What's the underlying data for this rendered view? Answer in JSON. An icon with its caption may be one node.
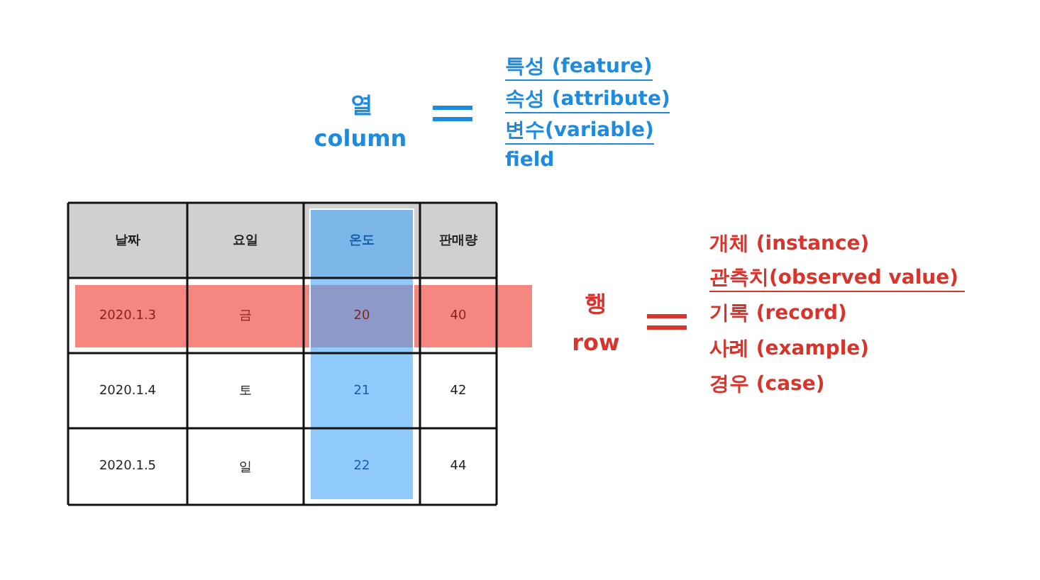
{
  "diagram": {
    "labels": [
      "열",
      "column",
      "특성 (feature)",
      "속성 (attribute)",
      "변수(variable)",
      "field",
      "날짜",
      "요일",
      "온도",
      "판매량",
      "2020.1.3",
      "금",
      "20",
      "40",
      "2020.1.4",
      "토",
      "21",
      "42",
      "2020.1.5",
      "일",
      "22",
      "44",
      "행",
      "row",
      "개체 (instance)",
      "관측치(observed value)",
      "기록 (record)",
      "사례 (example)",
      "경우 (case)"
    ]
  }
}
